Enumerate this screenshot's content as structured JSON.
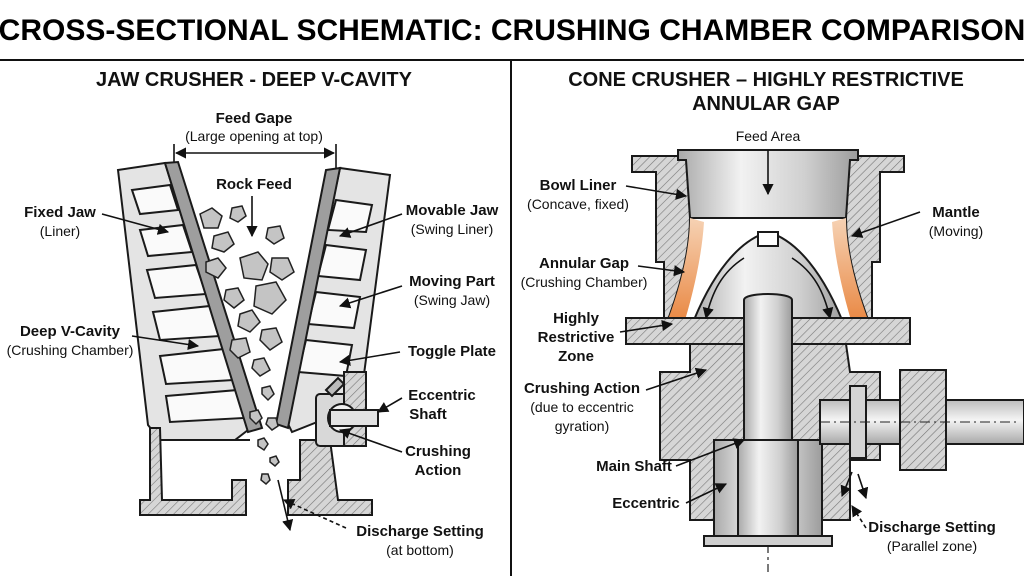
{
  "title": "CROSS-SECTIONAL SCHEMATIC: CRUSHING CHAMBER COMPARISON",
  "left_panel": {
    "title": "JAW CRUSHER - DEEP V-CAVITY",
    "labels": {
      "feed_gape": "Feed Gape",
      "feed_gape_sub": "(Large opening at top)",
      "rock_feed": "Rock Feed",
      "fixed_jaw": "Fixed Jaw",
      "fixed_jaw_sub": "(Liner)",
      "movable_jaw": "Movable Jaw",
      "movable_jaw_sub": "(Swing Liner)",
      "moving_part": "Moving Part",
      "moving_part_sub": "(Swing Jaw)",
      "deep_v": "Deep V-Cavity",
      "deep_v_sub": "(Crushing Chamber)",
      "toggle_plate": "Toggle Plate",
      "eccentric_shaft_1": "Eccentric",
      "eccentric_shaft_2": "Shaft",
      "crushing_action_1": "Crushing",
      "crushing_action_2": "Action",
      "discharge": "Discharge Setting",
      "discharge_sub": "(at bottom)"
    }
  },
  "right_panel": {
    "title_line1": "CONE CRUSHER  – HIGHLY RESTRICTIVE",
    "title_line2": "ANNULAR GAP",
    "labels": {
      "feed_area": "Feed Area",
      "bowl_liner": "Bowl Liner",
      "bowl_liner_sub": "(Concave, fixed)",
      "mantle": "Mantle",
      "mantle_sub": "(Moving)",
      "annular_gap": "Annular Gap",
      "annular_gap_sub": "(Crushing Chamber)",
      "highly": "Highly",
      "restrictive": "Restrictive",
      "zone": "Zone",
      "crushing_action": "Crushing Action",
      "crushing_action_sub1": "(due to eccentric",
      "crushing_action_sub2": "gyration)",
      "main_shaft": "Main Shaft",
      "eccentric": "Eccentric",
      "discharge": "Discharge Setting",
      "discharge_sub": "(Parallel zone)"
    }
  },
  "colors": {
    "line": "#1a1a1a",
    "steel_light": "#e6e6e6",
    "steel_mid": "#c9c9c9",
    "steel_dark": "#9a9a9a",
    "rock": "#bdbdbd",
    "gap_orange": "#e8823a"
  }
}
